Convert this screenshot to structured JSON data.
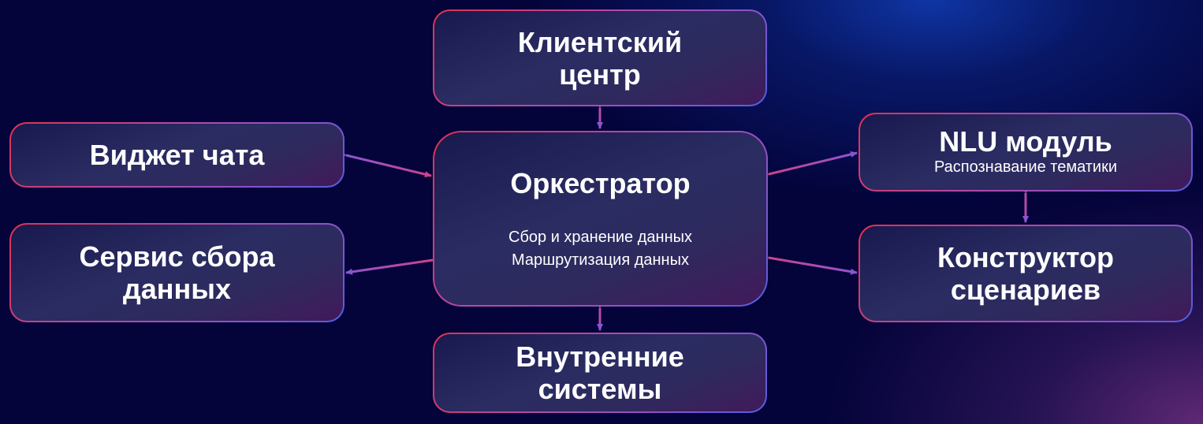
{
  "diagram": {
    "nodes": {
      "client_center": {
        "title": "Клиентский центр",
        "lines": [
          "Клиентский",
          "центр"
        ]
      },
      "chat_widget": {
        "title": "Виджет чата"
      },
      "data_service": {
        "title": "Сервис сбора данных",
        "lines": [
          "Сервис сбора",
          "данных"
        ]
      },
      "orchestrator": {
        "title": "Оркестратор",
        "subtitle_lines": [
          "Сбор и хранение данных",
          "Маршрутизация данных"
        ]
      },
      "nlu": {
        "title": "NLU модуль",
        "subtitle": "Распознавание тематики"
      },
      "scenario_builder": {
        "title": "Конструктор сценариев",
        "lines": [
          "Конструктор",
          "сценариев"
        ]
      },
      "internal_systems": {
        "title": "Внутренние системы",
        "lines": [
          "Внутренние",
          "системы"
        ]
      }
    },
    "edges": [
      {
        "from": "orchestrator",
        "to": "client_center",
        "direction": "both"
      },
      {
        "from": "orchestrator",
        "to": "chat_widget",
        "direction": "both"
      },
      {
        "from": "orchestrator",
        "to": "data_service",
        "direction": "to"
      },
      {
        "from": "orchestrator",
        "to": "nlu",
        "direction": "both"
      },
      {
        "from": "orchestrator",
        "to": "scenario_builder",
        "direction": "both"
      },
      {
        "from": "orchestrator",
        "to": "internal_systems",
        "direction": "both"
      },
      {
        "from": "nlu",
        "to": "scenario_builder",
        "direction": "both"
      }
    ],
    "colors": {
      "background": "#04033a",
      "border_start": "#e0324e",
      "border_mid": "#a94fb8",
      "border_end": "#4f5fe0",
      "box_fill": "#22245a",
      "text": "#ffffff"
    }
  }
}
